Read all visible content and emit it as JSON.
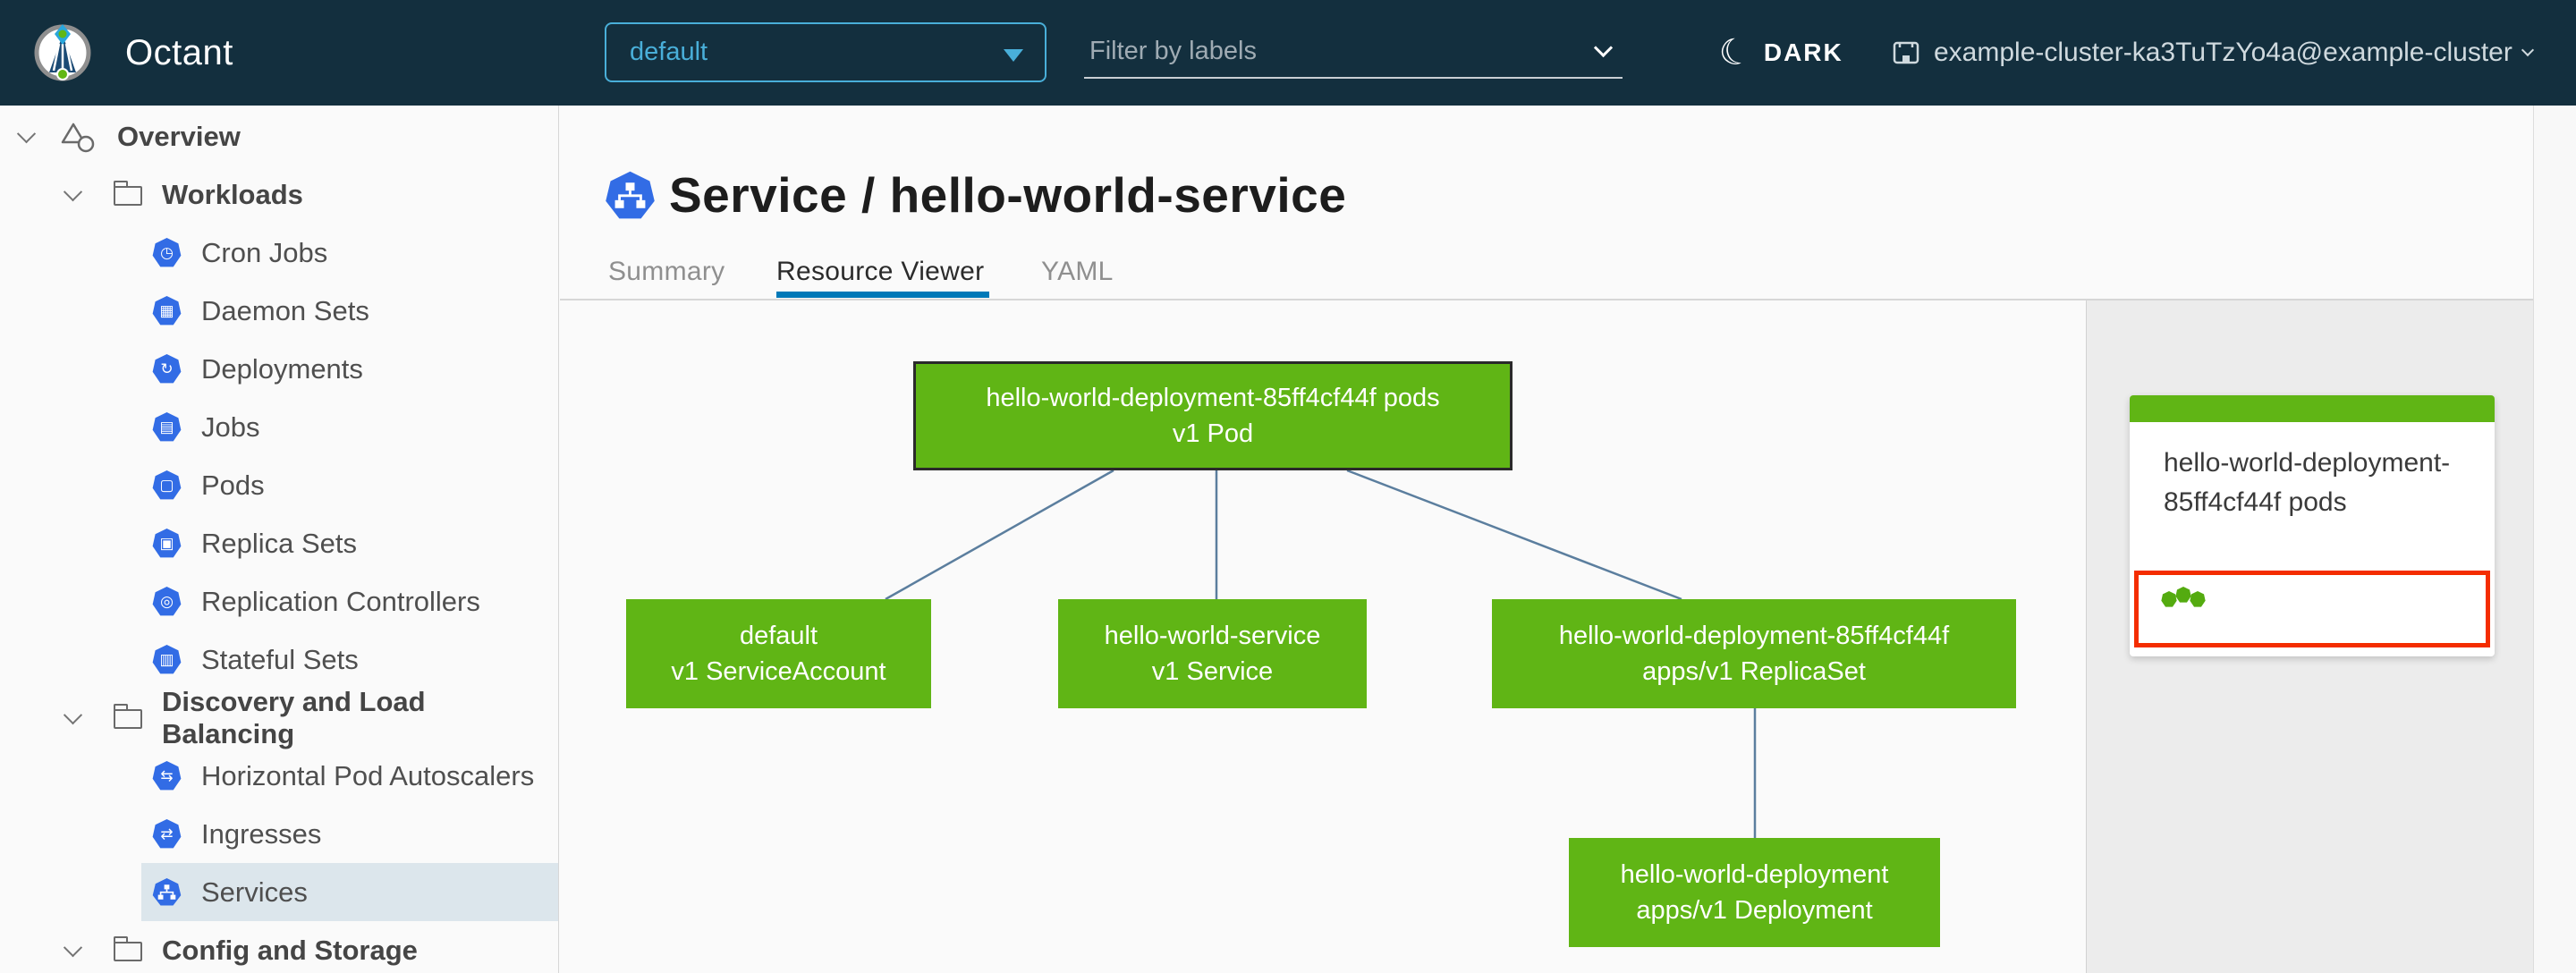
{
  "header": {
    "app_name": "Octant",
    "logo_icon": "octant-logo",
    "namespace_dropdown": {
      "value": "default",
      "icon": "caret-down-icon"
    },
    "filter": {
      "placeholder": "Filter by labels",
      "icon": "chevron-down-icon"
    },
    "theme": {
      "label": "DARK",
      "icon": "moon-icon",
      "glyph": "☾"
    },
    "cluster": {
      "label": "example-cluster-ka3TuTzYo4a@example-cluster",
      "icon": "cluster-icon"
    }
  },
  "sidebar": {
    "items": [
      {
        "label": "Overview",
        "level": 0,
        "icon": "objects-icon",
        "expanded": true
      },
      {
        "label": "Workloads",
        "level": 1,
        "icon": "folder-icon",
        "expanded": true
      },
      {
        "label": "Cron Jobs",
        "level": 2,
        "icon": "cronjob-icon",
        "glyph": "◷"
      },
      {
        "label": "Daemon Sets",
        "level": 2,
        "icon": "daemonset-icon",
        "glyph": "▦"
      },
      {
        "label": "Deployments",
        "level": 2,
        "icon": "deployment-icon",
        "glyph": "↻"
      },
      {
        "label": "Jobs",
        "level": 2,
        "icon": "job-icon",
        "glyph": "▤"
      },
      {
        "label": "Pods",
        "level": 2,
        "icon": "pod-icon",
        "glyph": "▢"
      },
      {
        "label": "Replica Sets",
        "level": 2,
        "icon": "replicaset-icon",
        "glyph": "▣"
      },
      {
        "label": "Replication Controllers",
        "level": 2,
        "icon": "replicationcontroller-icon",
        "glyph": "◎"
      },
      {
        "label": "Stateful Sets",
        "level": 2,
        "icon": "statefulset-icon",
        "glyph": "▥"
      },
      {
        "label": "Discovery and Load Balancing",
        "level": 1,
        "icon": "folder-icon",
        "expanded": true
      },
      {
        "label": "Horizontal Pod Autoscalers",
        "level": 2,
        "icon": "hpa-icon",
        "glyph": "⇆"
      },
      {
        "label": "Ingresses",
        "level": 2,
        "icon": "ingress-icon",
        "glyph": "⇄"
      },
      {
        "label": "Services",
        "level": 2,
        "icon": "service-icon",
        "selected": true
      },
      {
        "label": "Config and Storage",
        "level": 1,
        "icon": "folder-icon",
        "expanded": true
      }
    ]
  },
  "main": {
    "title": {
      "icon": "service-icon",
      "text": "Service / hello-world-service"
    },
    "tabs": [
      {
        "label": "Summary",
        "active": false
      },
      {
        "label": "Resource Viewer",
        "active": true
      },
      {
        "label": "YAML",
        "active": false
      }
    ]
  },
  "graph": {
    "nodes": [
      {
        "id": "pods",
        "name": "hello-world-deployment-85ff4cf44f pods",
        "kind": "v1 Pod",
        "status": "ok",
        "selected": true
      },
      {
        "id": "serviceaccount",
        "name": "default",
        "kind": "v1 ServiceAccount",
        "status": "ok",
        "selected": false
      },
      {
        "id": "service",
        "name": "hello-world-service",
        "kind": "v1 Service",
        "status": "ok",
        "selected": false
      },
      {
        "id": "replicaset",
        "name": "hello-world-deployment-85ff4cf44f",
        "kind": "apps/v1 ReplicaSet",
        "status": "ok",
        "selected": false
      },
      {
        "id": "deployment",
        "name": "hello-world-deployment",
        "kind": "apps/v1 Deployment",
        "status": "ok",
        "selected": false
      }
    ],
    "edges": [
      {
        "from": "pods",
        "to": "serviceaccount"
      },
      {
        "from": "pods",
        "to": "service"
      },
      {
        "from": "pods",
        "to": "replicaset"
      },
      {
        "from": "replicaset",
        "to": "deployment"
      }
    ]
  },
  "detail_panel": {
    "card": {
      "title": "hello-world-deployment-85ff4cf44f pods",
      "status_dots": 3,
      "highlighted": true
    }
  },
  "colors": {
    "header_bg": "#132f3e",
    "accent_blue": "#49afd9",
    "k8s_blue": "#326ce5",
    "ok_green": "#60b515",
    "selection_red": "#f42d00",
    "active_tab_blue": "#0079b8",
    "edge_blue": "#5b7e9e",
    "sidebar_highlight": "#dce6ec"
  }
}
